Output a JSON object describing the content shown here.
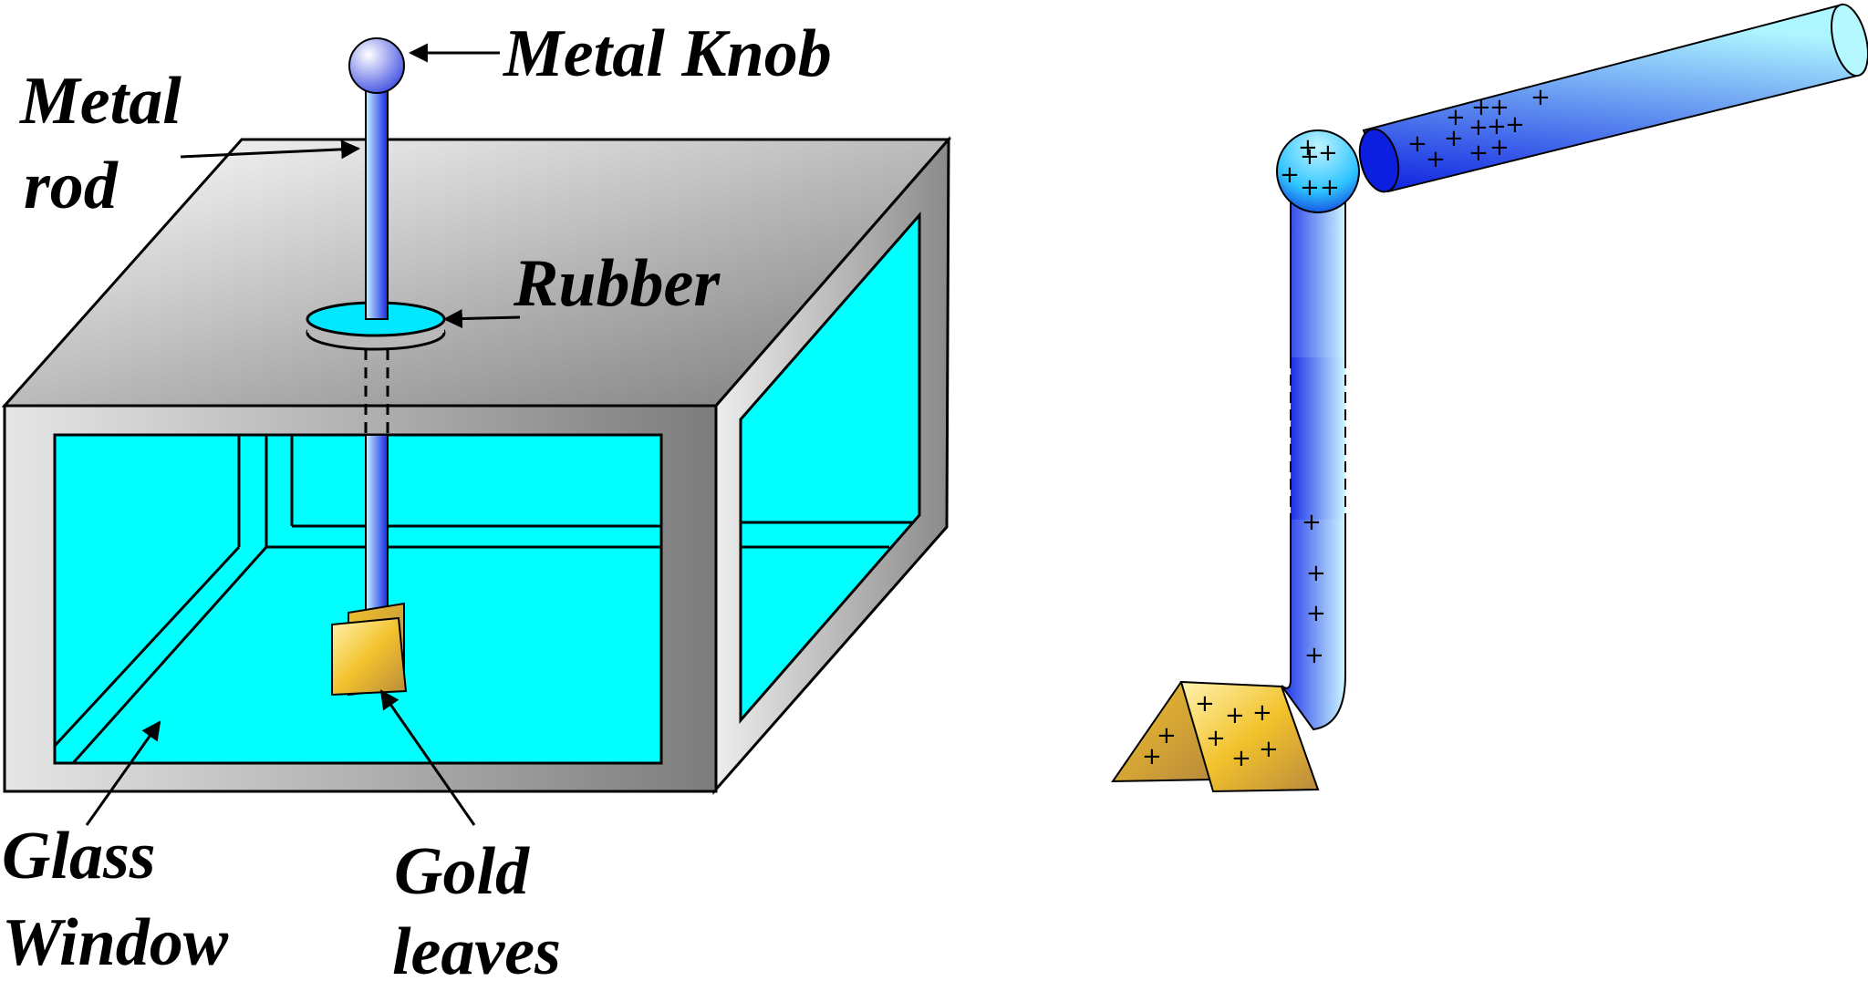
{
  "labels": {
    "metal_knob": "Metal Knob",
    "metal_rod_line1": "Metal",
    "metal_rod_line2": "rod",
    "rubber": "Rubber",
    "glass_window_line1": "Glass",
    "glass_window_line2": "Window",
    "gold_leaves_line1": "Gold",
    "gold_leaves_line2": "leaves"
  },
  "charge_symbol": "+",
  "colors": {
    "glass": "#00ffff",
    "casing_light": "#e8e8e8",
    "casing_dark": "#7a7a7a",
    "rod_dark": "#1428e6",
    "rod_light": "#c8f4ff",
    "gold_light": "#fff3b0",
    "gold_mid": "#f2c22c",
    "gold_dark": "#b98a3c"
  }
}
